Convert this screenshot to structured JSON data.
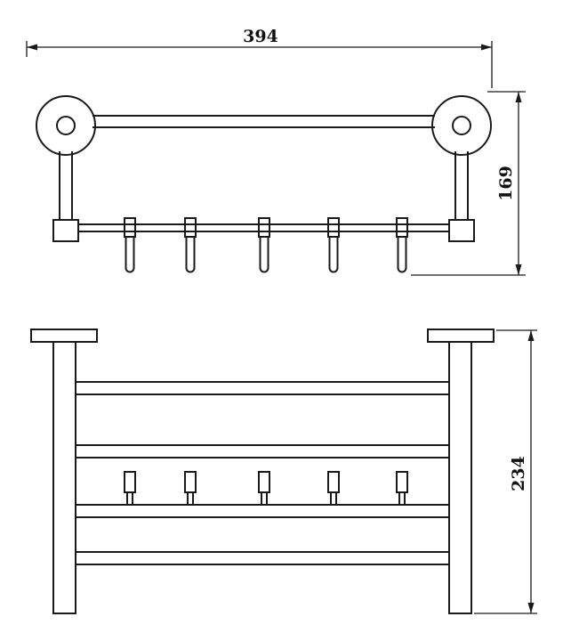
{
  "drawing": {
    "background_color": "#ffffff",
    "line_color": "#1a1a1a",
    "dimensions": {
      "width": "394",
      "height": "169",
      "depth": "234"
    }
  }
}
